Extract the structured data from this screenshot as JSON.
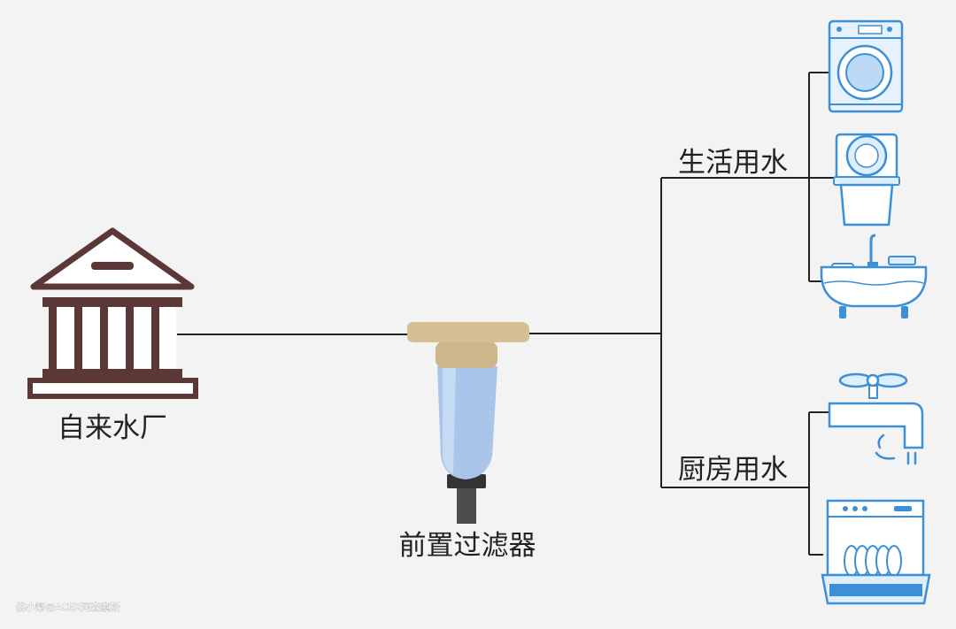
{
  "labels": {
    "plant": "自来水厂",
    "filter": "前置过滤器",
    "domestic": "生活用水",
    "kitchen": "厨房用水"
  },
  "watermark": "住小帮@ACEX河森索斯",
  "nodes": {
    "plant": {
      "icon": "water-plant-icon"
    },
    "filter": {
      "icon": "pre-filter-icon"
    },
    "domestic": {
      "appliances": [
        "washing-machine-icon",
        "toilet-icon",
        "bathtub-icon"
      ]
    },
    "kitchen": {
      "appliances": [
        "faucet-icon",
        "dishwasher-icon"
      ]
    }
  },
  "colors": {
    "background": "#f3f3f3",
    "line": "#222222",
    "plant": "#5b3836",
    "filter_cap": "#d7bf94",
    "filter_body": "#a9c5ea",
    "appliance_stroke": "#3d8fd6",
    "appliance_fill": "#dfeefb"
  }
}
